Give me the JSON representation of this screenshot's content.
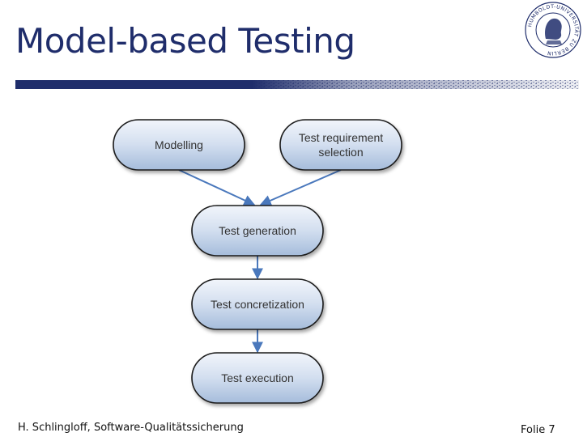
{
  "slide": {
    "title": "Model-based Testing",
    "footer_left": "H. Schlingloff, Software-Qualitätssicherung",
    "footer_right": "Folie 7"
  },
  "logo": {
    "icon": "university-seal-icon",
    "text": "HUMBOLDT-UNIVERSITÄT ZU BERLIN"
  },
  "diagram": {
    "nodes": [
      {
        "id": "modelling",
        "lines": [
          "Modelling"
        ]
      },
      {
        "id": "requirements",
        "lines": [
          "Test requirement",
          "selection"
        ]
      },
      {
        "id": "generation",
        "lines": [
          "Test generation"
        ]
      },
      {
        "id": "concretization",
        "lines": [
          "Test concretization"
        ]
      },
      {
        "id": "execution",
        "lines": [
          "Test execution"
        ]
      }
    ],
    "edges": [
      {
        "from": "modelling",
        "to": "generation"
      },
      {
        "from": "requirements",
        "to": "generation"
      },
      {
        "from": "generation",
        "to": "concretization"
      },
      {
        "from": "concretization",
        "to": "execution"
      }
    ]
  },
  "colors": {
    "title": "#1f2d6b",
    "bar": "#1f2d6b",
    "node_fill_top": "#eef3fa",
    "node_fill_bottom": "#a9bfdc",
    "node_stroke": "#1a1a1a",
    "arrow": "#4a78bc"
  }
}
